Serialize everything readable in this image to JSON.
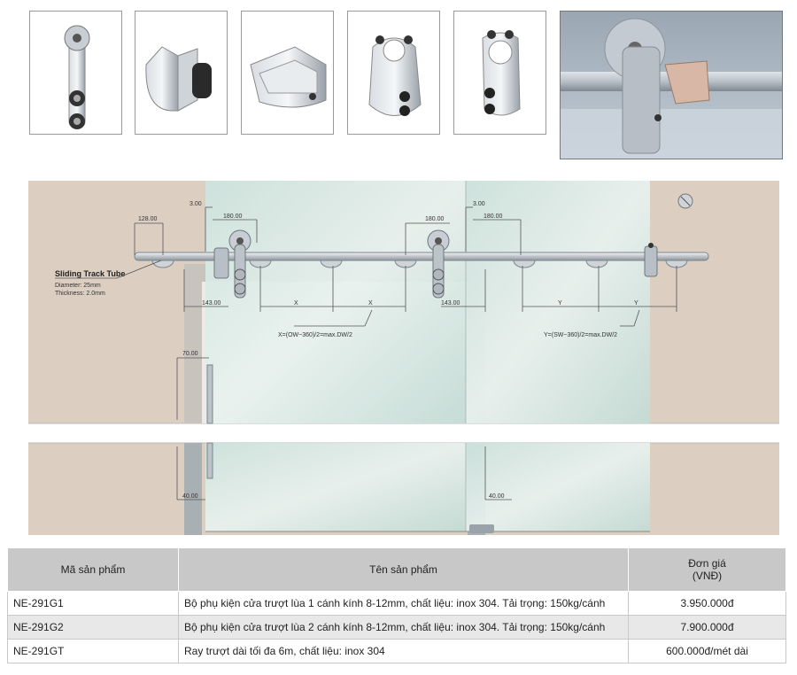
{
  "diagram": {
    "track_label": "Sliding Track Tube",
    "track_diameter": "Diameter: 25mm",
    "track_thickness": "Thickness: 2.0mm",
    "dim_3a": "3.00",
    "dim_180a": "180.00",
    "dim_128": "128.00",
    "dim_180b": "180.00",
    "dim_3b": "3.00",
    "dim_180c": "180.00",
    "dim_143a": "143.00",
    "dim_143b": "143.00",
    "x_label": "X",
    "y_label": "Y",
    "x_formula": "X=(OW−360)/2=max.DW/2",
    "y_formula": "Y=(SW−360)/2=max.DW/2",
    "dim_70": "70.00",
    "dim_40a": "40.00",
    "dim_40b": "40.00"
  },
  "table": {
    "headers": {
      "code": "Mã sản phẩm",
      "name": "Tên sản phẩm",
      "price_line1": "Đơn giá",
      "price_line2": "(VNĐ)"
    },
    "rows": [
      {
        "code": "NE-291G1",
        "name": "Bộ phụ kiện cửa trượt lùa 1 cánh kính 8-12mm, chất liệu: inox 304. Tải trọng: 150kg/cánh",
        "price": "3.950.000đ"
      },
      {
        "code": "NE-291G2",
        "name": "Bộ phụ kiện cửa trượt lùa 2 cánh kính 8-12mm, chất liệu: inox 304. Tải trọng: 150kg/cánh",
        "price": "7.900.000đ"
      },
      {
        "code": "NE-291GT",
        "name": "Ray trượt dài tối đa 6m, chất liệu: inox 304",
        "price": "600.000đ/mét dài"
      }
    ]
  }
}
